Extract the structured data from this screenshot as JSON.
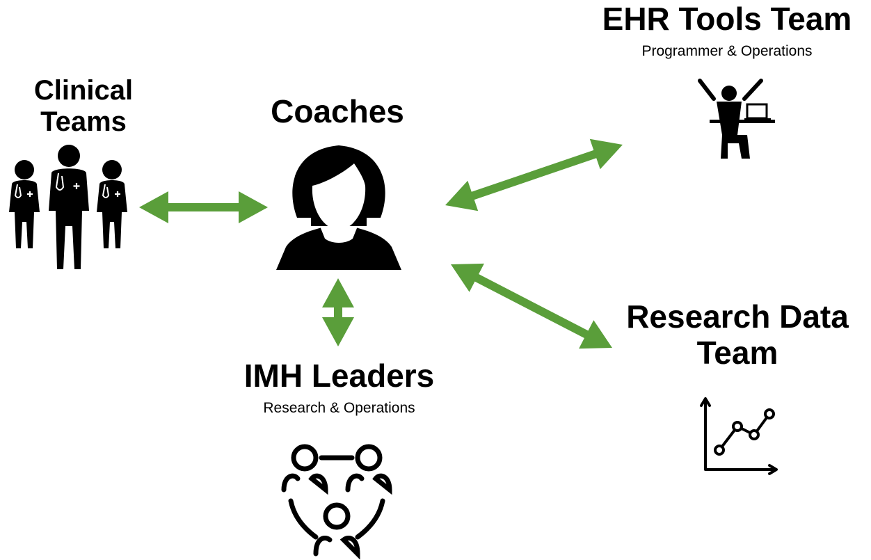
{
  "colors": {
    "arrow": "#5a9e3a",
    "icon": "#000000"
  },
  "nodes": {
    "clinical": {
      "line1": "Clinical",
      "line2": "Teams",
      "icon": "doctors-icon"
    },
    "coaches": {
      "title": "Coaches",
      "icon": "woman-avatar-icon"
    },
    "ehr": {
      "title": "EHR Tools Team",
      "subtitle": "Programmer & Operations",
      "icon": "person-at-computer-icon"
    },
    "research_data": {
      "line1": "Research Data",
      "line2": "Team",
      "icon": "line-chart-icon"
    },
    "imh": {
      "title": "IMH Leaders",
      "subtitle": "Research & Operations",
      "icon": "group-meeting-icon"
    }
  },
  "connections": [
    {
      "from": "clinical",
      "to": "coaches",
      "bidirectional": true
    },
    {
      "from": "coaches",
      "to": "ehr",
      "bidirectional": true
    },
    {
      "from": "coaches",
      "to": "research_data",
      "bidirectional": true
    },
    {
      "from": "coaches",
      "to": "imh",
      "bidirectional": true
    }
  ]
}
